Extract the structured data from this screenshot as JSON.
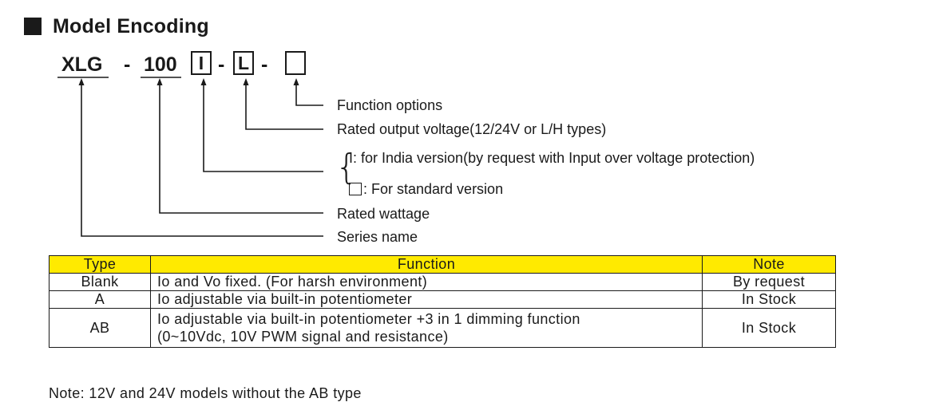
{
  "section": {
    "title": "Model Encoding"
  },
  "model_code": {
    "series": "XLG",
    "dash1": "-",
    "wattage": "100",
    "version_box": "I",
    "dash2": "-",
    "voltage_box": "L",
    "dash3": "-",
    "function_box": ""
  },
  "descriptions": {
    "function_options": "Function options",
    "rated_output_voltage": "Rated output voltage(12/24V or L/H types)",
    "india_version": "I: for India version(by request with Input over voltage protection)",
    "standard_version": ": For standard version",
    "rated_wattage": "Rated wattage",
    "series_name": "Series name"
  },
  "table": {
    "header_color": "#ffea00",
    "headers": {
      "type": "Type",
      "function": "Function",
      "note": "Note"
    },
    "rows": [
      {
        "type": "Blank",
        "function_line1": "Io and Vo fixed. (For harsh environment)",
        "function_line2": "",
        "note": "By request"
      },
      {
        "type": "A",
        "function_line1": "Io adjustable via built-in potentiometer",
        "function_line2": "",
        "note": "In Stock"
      },
      {
        "type": "AB",
        "function_line1": "Io adjustable via built-in potentiometer +3 in 1 dimming function",
        "function_line2": "(0~10Vdc, 10V PWM signal and resistance)",
        "note": "In Stock"
      }
    ]
  },
  "footnote": "Note: 12V and 24V models without the AB type"
}
